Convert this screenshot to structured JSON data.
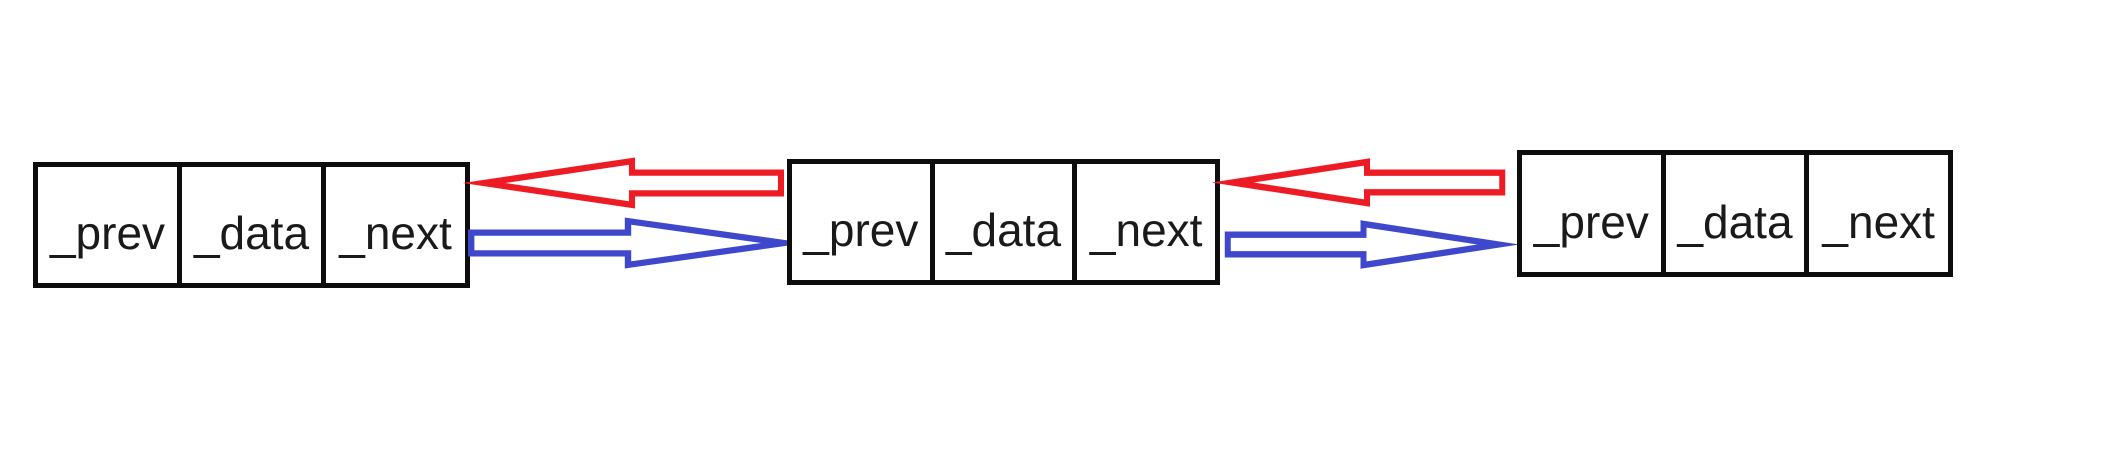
{
  "diagram": {
    "type": "doubly-linked-list",
    "background": "#ffffff",
    "colors": {
      "box_border": "#0d0d0d",
      "label_text": "#1a1a1a",
      "prev_pointer": "#ed1c24",
      "next_pointer": "#3f48cc"
    },
    "nodes": [
      {
        "name": "node-1",
        "cells": [
          "_prev",
          "_data",
          "_next"
        ]
      },
      {
        "name": "node-2",
        "cells": [
          "_prev",
          "_data",
          "_next"
        ]
      },
      {
        "name": "node-3",
        "cells": [
          "_prev",
          "_data",
          "_next"
        ]
      }
    ],
    "arrows": [
      {
        "name": "prev-pointer-node2-to-node1",
        "direction": "left",
        "color": "#ed1c24"
      },
      {
        "name": "next-pointer-node1-to-node2",
        "direction": "right",
        "color": "#3f48cc"
      },
      {
        "name": "prev-pointer-node3-to-node2",
        "direction": "left",
        "color": "#ed1c24"
      },
      {
        "name": "next-pointer-node2-to-node3",
        "direction": "right",
        "color": "#3f48cc"
      }
    ]
  }
}
